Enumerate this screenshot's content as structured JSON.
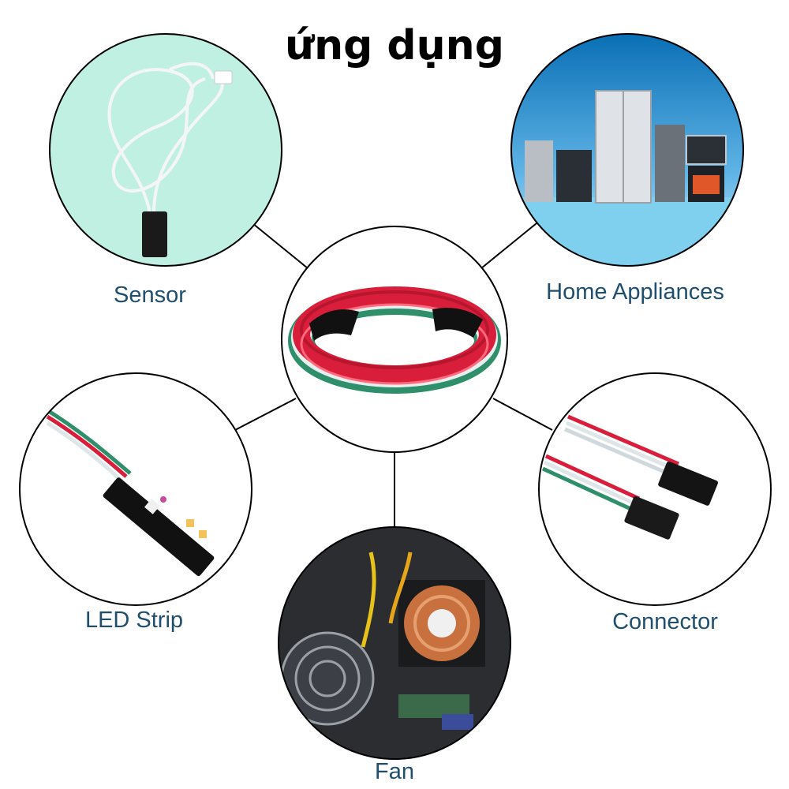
{
  "title": "ứng dụng",
  "center": {
    "icon": "cable-coil-icon"
  },
  "nodes": [
    {
      "id": "sensor",
      "label": "Sensor",
      "icon": "sensor-cable-icon"
    },
    {
      "id": "home-appliances",
      "label": "Home Appliances",
      "icon": "home-appliances-icon"
    },
    {
      "id": "led-strip",
      "label": "LED Strip",
      "icon": "led-strip-icon"
    },
    {
      "id": "connector",
      "label": "Connector",
      "icon": "connector-plug-icon"
    },
    {
      "id": "fan",
      "label": "Fan",
      "icon": "cooling-fan-icon"
    }
  ],
  "colors": {
    "label_text": "#1f4e6e",
    "connector_line": "#000000",
    "circle_stroke": "#000000",
    "wire_red": "#d81e3a",
    "wire_green": "#2f8f6a",
    "wire_white": "#e8eef0"
  }
}
